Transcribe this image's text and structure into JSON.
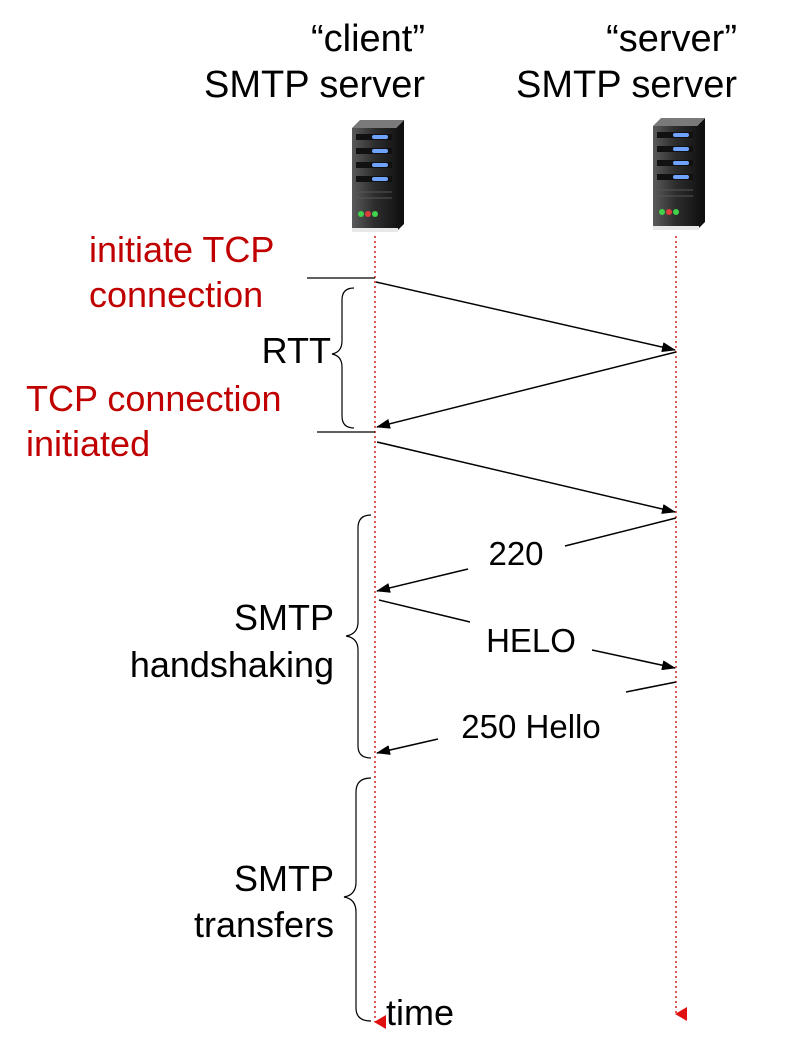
{
  "client": {
    "title_line1": "“client”",
    "title_line2": "SMTP server",
    "icon": "server-icon"
  },
  "server": {
    "title_line1": "“server”",
    "title_line2": "SMTP server",
    "icon": "server-icon"
  },
  "annotations": {
    "initiate_line1": "initiate TCP",
    "initiate_line2": "connection",
    "rtt": "RTT",
    "initiated_line1": "TCP connection",
    "initiated_line2": "initiated",
    "handshaking_line1": "SMTP",
    "handshaking_line2": "handshaking",
    "transfers_line1": "SMTP",
    "transfers_line2": "transfers",
    "time": "time"
  },
  "messages": {
    "m220": "220",
    "helo": "HELO",
    "hello250": "250 Hello"
  },
  "colors": {
    "timeline": "#d42020",
    "red_text": "#c00000",
    "arrow": "#000000"
  }
}
